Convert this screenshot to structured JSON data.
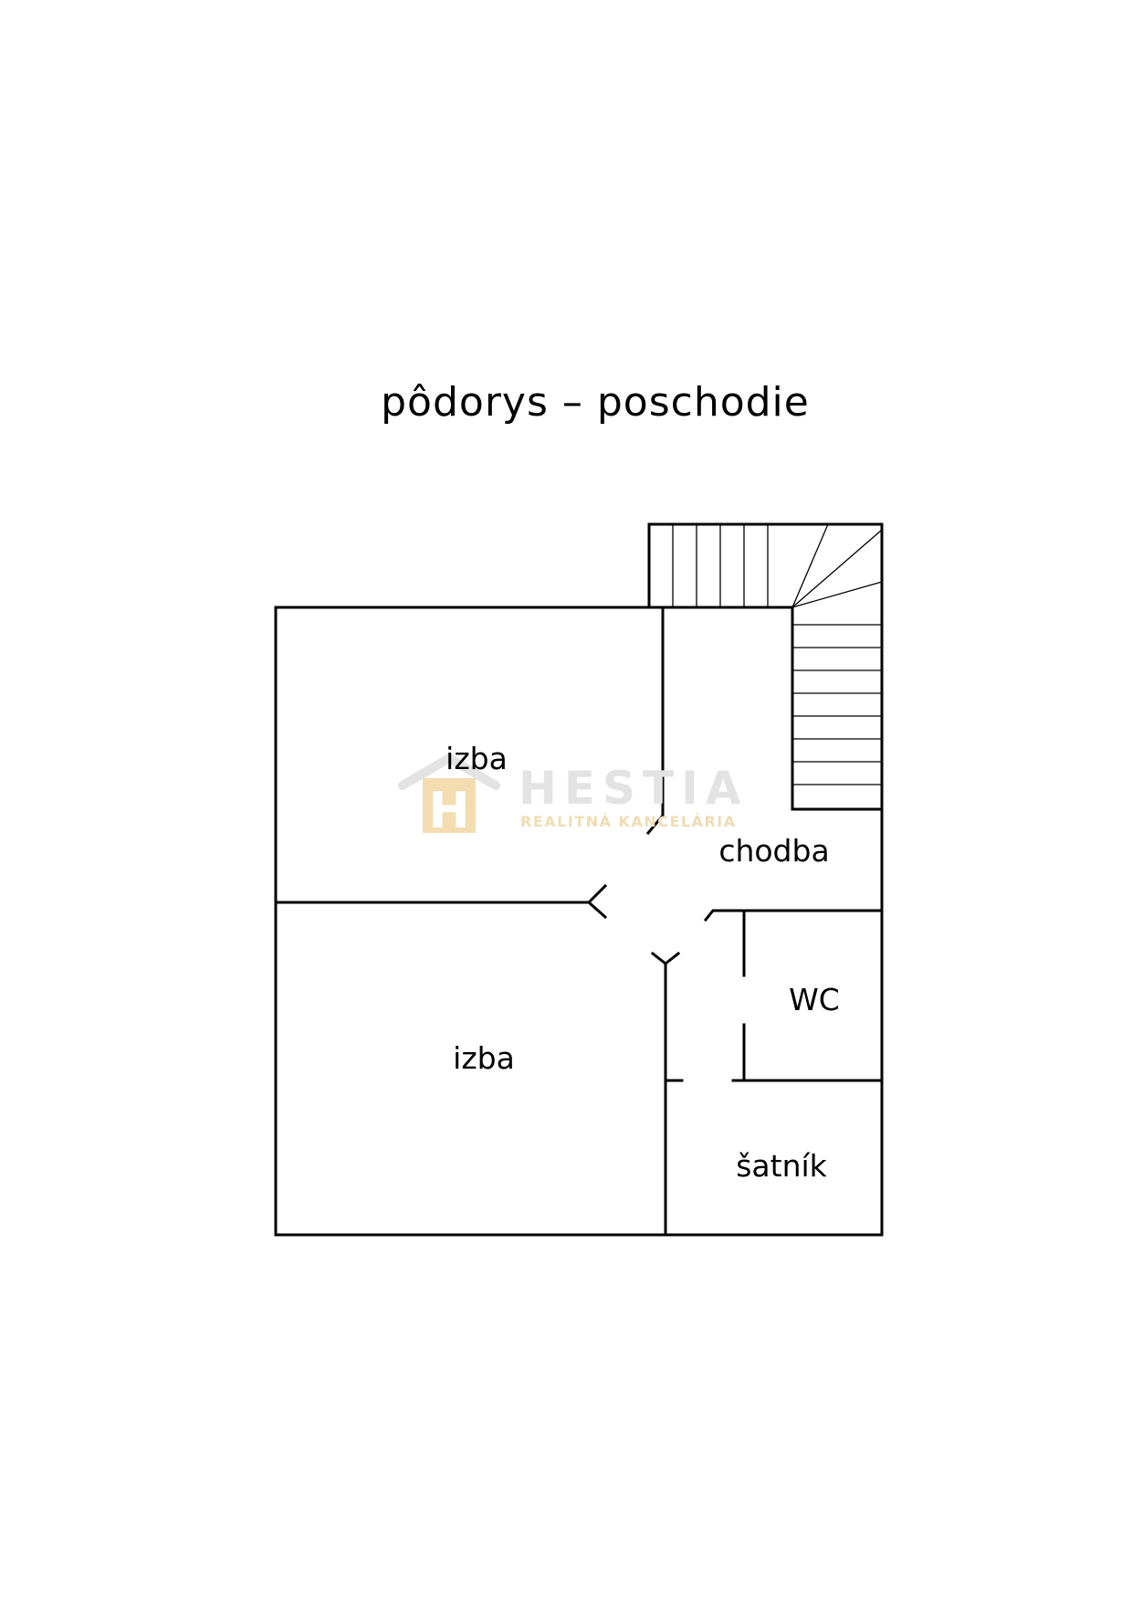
{
  "title": "pôdorys – poschodie",
  "rooms": {
    "izba_top": "izba",
    "izba_bottom": "izba",
    "chodba": "chodba",
    "wc": "WC",
    "satnik": "šatník"
  },
  "watermark": {
    "brand": "HESTIA",
    "tagline": "REALITNÁ KANCELÁRIA",
    "logo_letter": "H"
  },
  "colors": {
    "line": "#000000",
    "watermark_text": "#e3e3e3",
    "watermark_accent": "#f0dcb4"
  }
}
